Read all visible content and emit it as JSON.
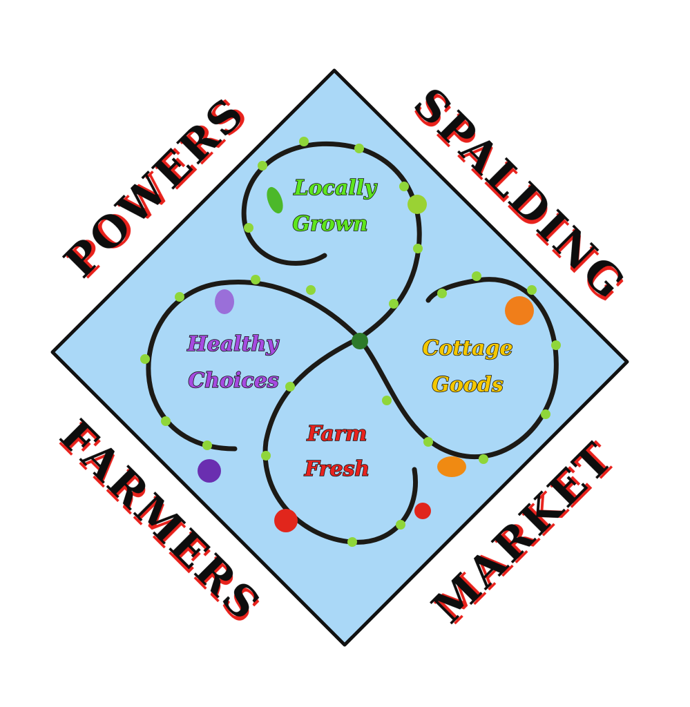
{
  "logo": {
    "corner_words": {
      "top_left": "POWERS",
      "top_right": "SPALDING",
      "bottom_left": "FARMERS",
      "bottom_right": "MARKET"
    },
    "sections": [
      {
        "line1": "Locally",
        "line2": "Grown",
        "color": "#5ee61e"
      },
      {
        "line1": "Healthy",
        "line2": "Choices",
        "color": "#a64be0"
      },
      {
        "line1": "Cottage",
        "line2": "Goods",
        "color": "#f5c800"
      },
      {
        "line1": "Farm",
        "line2": "Fresh",
        "color": "#e8231f"
      }
    ],
    "colors": {
      "diamond_fill": "#aad8f7",
      "outer_text": "#111111",
      "outer_shadow": "#e8231f",
      "vine": "#1c1a16",
      "leaf": "#8fd63a"
    }
  }
}
